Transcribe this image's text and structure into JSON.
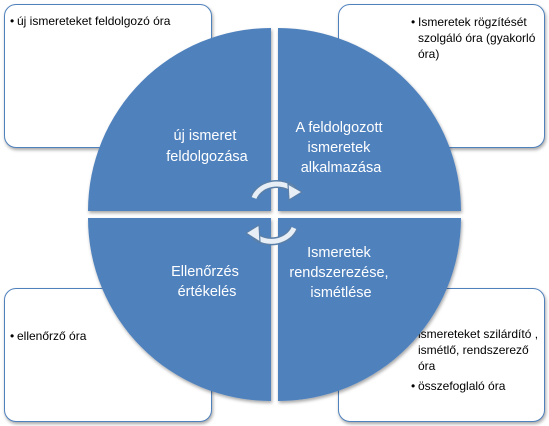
{
  "boxes": {
    "top_left": {
      "items": [
        "új ismereteket feldolgozó óra"
      ]
    },
    "top_right": {
      "items": [
        "Ismeretek rögzítését szolgáló óra (gyakorló óra)"
      ]
    },
    "bottom_left": {
      "items": [
        "ellenőrző óra"
      ]
    },
    "bottom_right": {
      "items": [
        "ismereteket szilárdító , ismétlő, rendszerező óra",
        "összefoglaló óra"
      ]
    }
  },
  "quadrants": {
    "top_left": {
      "lines": [
        "új ismeret",
        "feldolgozása"
      ]
    },
    "top_right": {
      "lines": [
        "A feldolgozott",
        "ismeretek",
        "alkalmazása"
      ]
    },
    "bottom_left": {
      "lines": [
        "Ellenőrzés",
        "értékelés"
      ]
    },
    "bottom_right": {
      "lines": [
        "Ismeretek",
        "rendszerezése,",
        "ismétlése"
      ]
    }
  },
  "colors": {
    "quadrant_fill": "#4f81bd",
    "box_border": "#4f81bd",
    "arrow_fill": "#e8eef6"
  },
  "icons": {
    "center": "circular-arrows-icon"
  }
}
